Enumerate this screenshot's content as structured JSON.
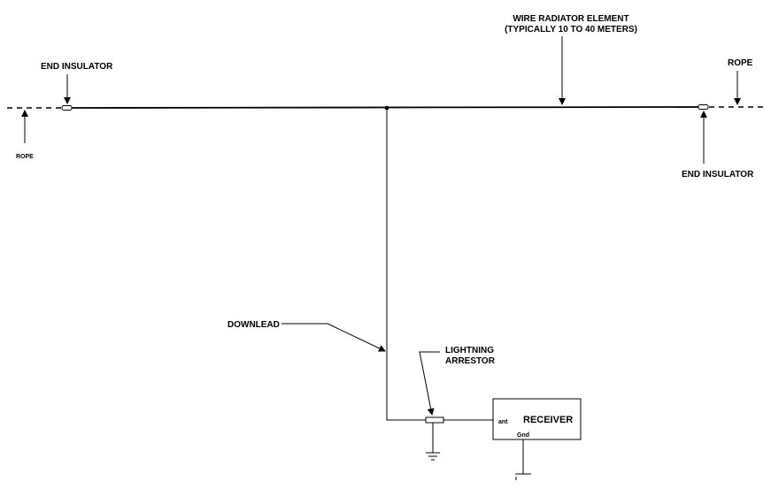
{
  "labels": {
    "wire_radiator_line1": "WIRE RADIATOR ELEMENT",
    "wire_radiator_line2": "(TYPICALLY 10 TO 40 METERS)",
    "end_insulator_left": "END INSULATOR",
    "end_insulator_right": "END INSULATOR",
    "rope_left": "ROPE",
    "rope_right": "ROPE",
    "downlead": "DOWNLEAD",
    "lightning_line1": "LIGHTNING",
    "lightning_line2": "ARRESTOR",
    "receiver": "RECEIVER",
    "ant": "ant",
    "gnd": "Gnd"
  },
  "colors": {
    "line": "#000000",
    "background": "#ffffff"
  }
}
